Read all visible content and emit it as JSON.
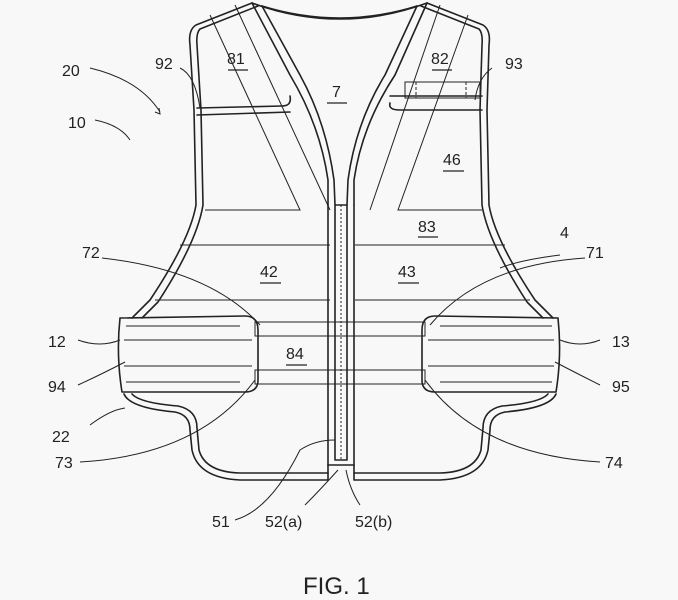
{
  "figure": {
    "caption": "FIG. 1",
    "labels": {
      "l20": "20",
      "l92": "92",
      "l81": "81",
      "l7": "7",
      "l82": "82",
      "l93": "93",
      "l10": "10",
      "l46": "46",
      "l83": "83",
      "l4": "4",
      "l72": "72",
      "l71": "71",
      "l42": "42",
      "l43": "43",
      "l12": "12",
      "l13": "13",
      "l84": "84",
      "l94": "94",
      "l95": "95",
      "l22": "22",
      "l73": "73",
      "l74": "74",
      "l51": "51",
      "l52a": "52(a)",
      "l52b": "52(b)"
    }
  }
}
